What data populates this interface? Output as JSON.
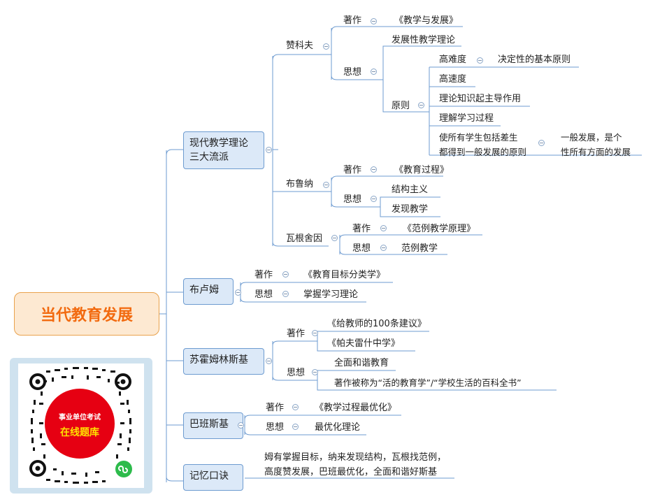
{
  "root": "当代教育发展",
  "branches": {
    "modern": {
      "label": "现代教学理论\n三大流派",
      "zankov": {
        "name": "赞科夫",
        "works_label": "著作",
        "works": "《教学与发展》",
        "thought_label": "思想",
        "theory": "发展性教学理论",
        "principles_label": "原则",
        "p1": "高难度",
        "p1_note": "决定性的基本原则",
        "p2": "高速度",
        "p3": "理论知识起主导作用",
        "p4": "理解学习过程",
        "p5": "使所有学生包括差生\n都得到一般发展的原则",
        "p5_note": "一般发展，是个\n性所有方面的发展"
      },
      "bruner": {
        "name": "布鲁纳",
        "works_label": "著作",
        "works": "《教育过程》",
        "thought_label": "思想",
        "t1": "结构主义",
        "t2": "发现教学"
      },
      "wagenschein": {
        "name": "瓦根舍因",
        "works_label": "著作",
        "works": "《范例教学原理》",
        "thought_label": "思想",
        "thought": "范例教学"
      }
    },
    "bloom": {
      "label": "布卢姆",
      "works_label": "著作",
      "works": "《教育目标分类学》",
      "thought_label": "思想",
      "thought": "掌握学习理论"
    },
    "sukhomlinsky": {
      "label": "苏霍姆林斯基",
      "works_label": "著作",
      "w1": "《给教师的100条建议》",
      "w2": "《帕夫雷什中学》",
      "thought_label": "思想",
      "t1": "全面和谐教育",
      "t2": "著作被称为“活的教育学”/“学校生活的百科全书”"
    },
    "babansky": {
      "label": "巴班斯基",
      "works_label": "著作",
      "works": "《教学过程最优化》",
      "thought_label": "思想",
      "thought": "最优化理论"
    },
    "mnemonic": {
      "label": "记忆口诀",
      "text": "姆有掌握目标，纳来发现结构，瓦根找范例，\n高度赞发展，巴班最优化，全面和谐好斯基"
    }
  },
  "qr": {
    "line1": "事业单位考试",
    "line2": "在线题库"
  },
  "colors": {
    "line": "#6d9bd0",
    "root_text": "#f26a0f",
    "badge": "#e60012",
    "badge_text": "#ffe000",
    "qr_logo": "#2dbb4b"
  }
}
